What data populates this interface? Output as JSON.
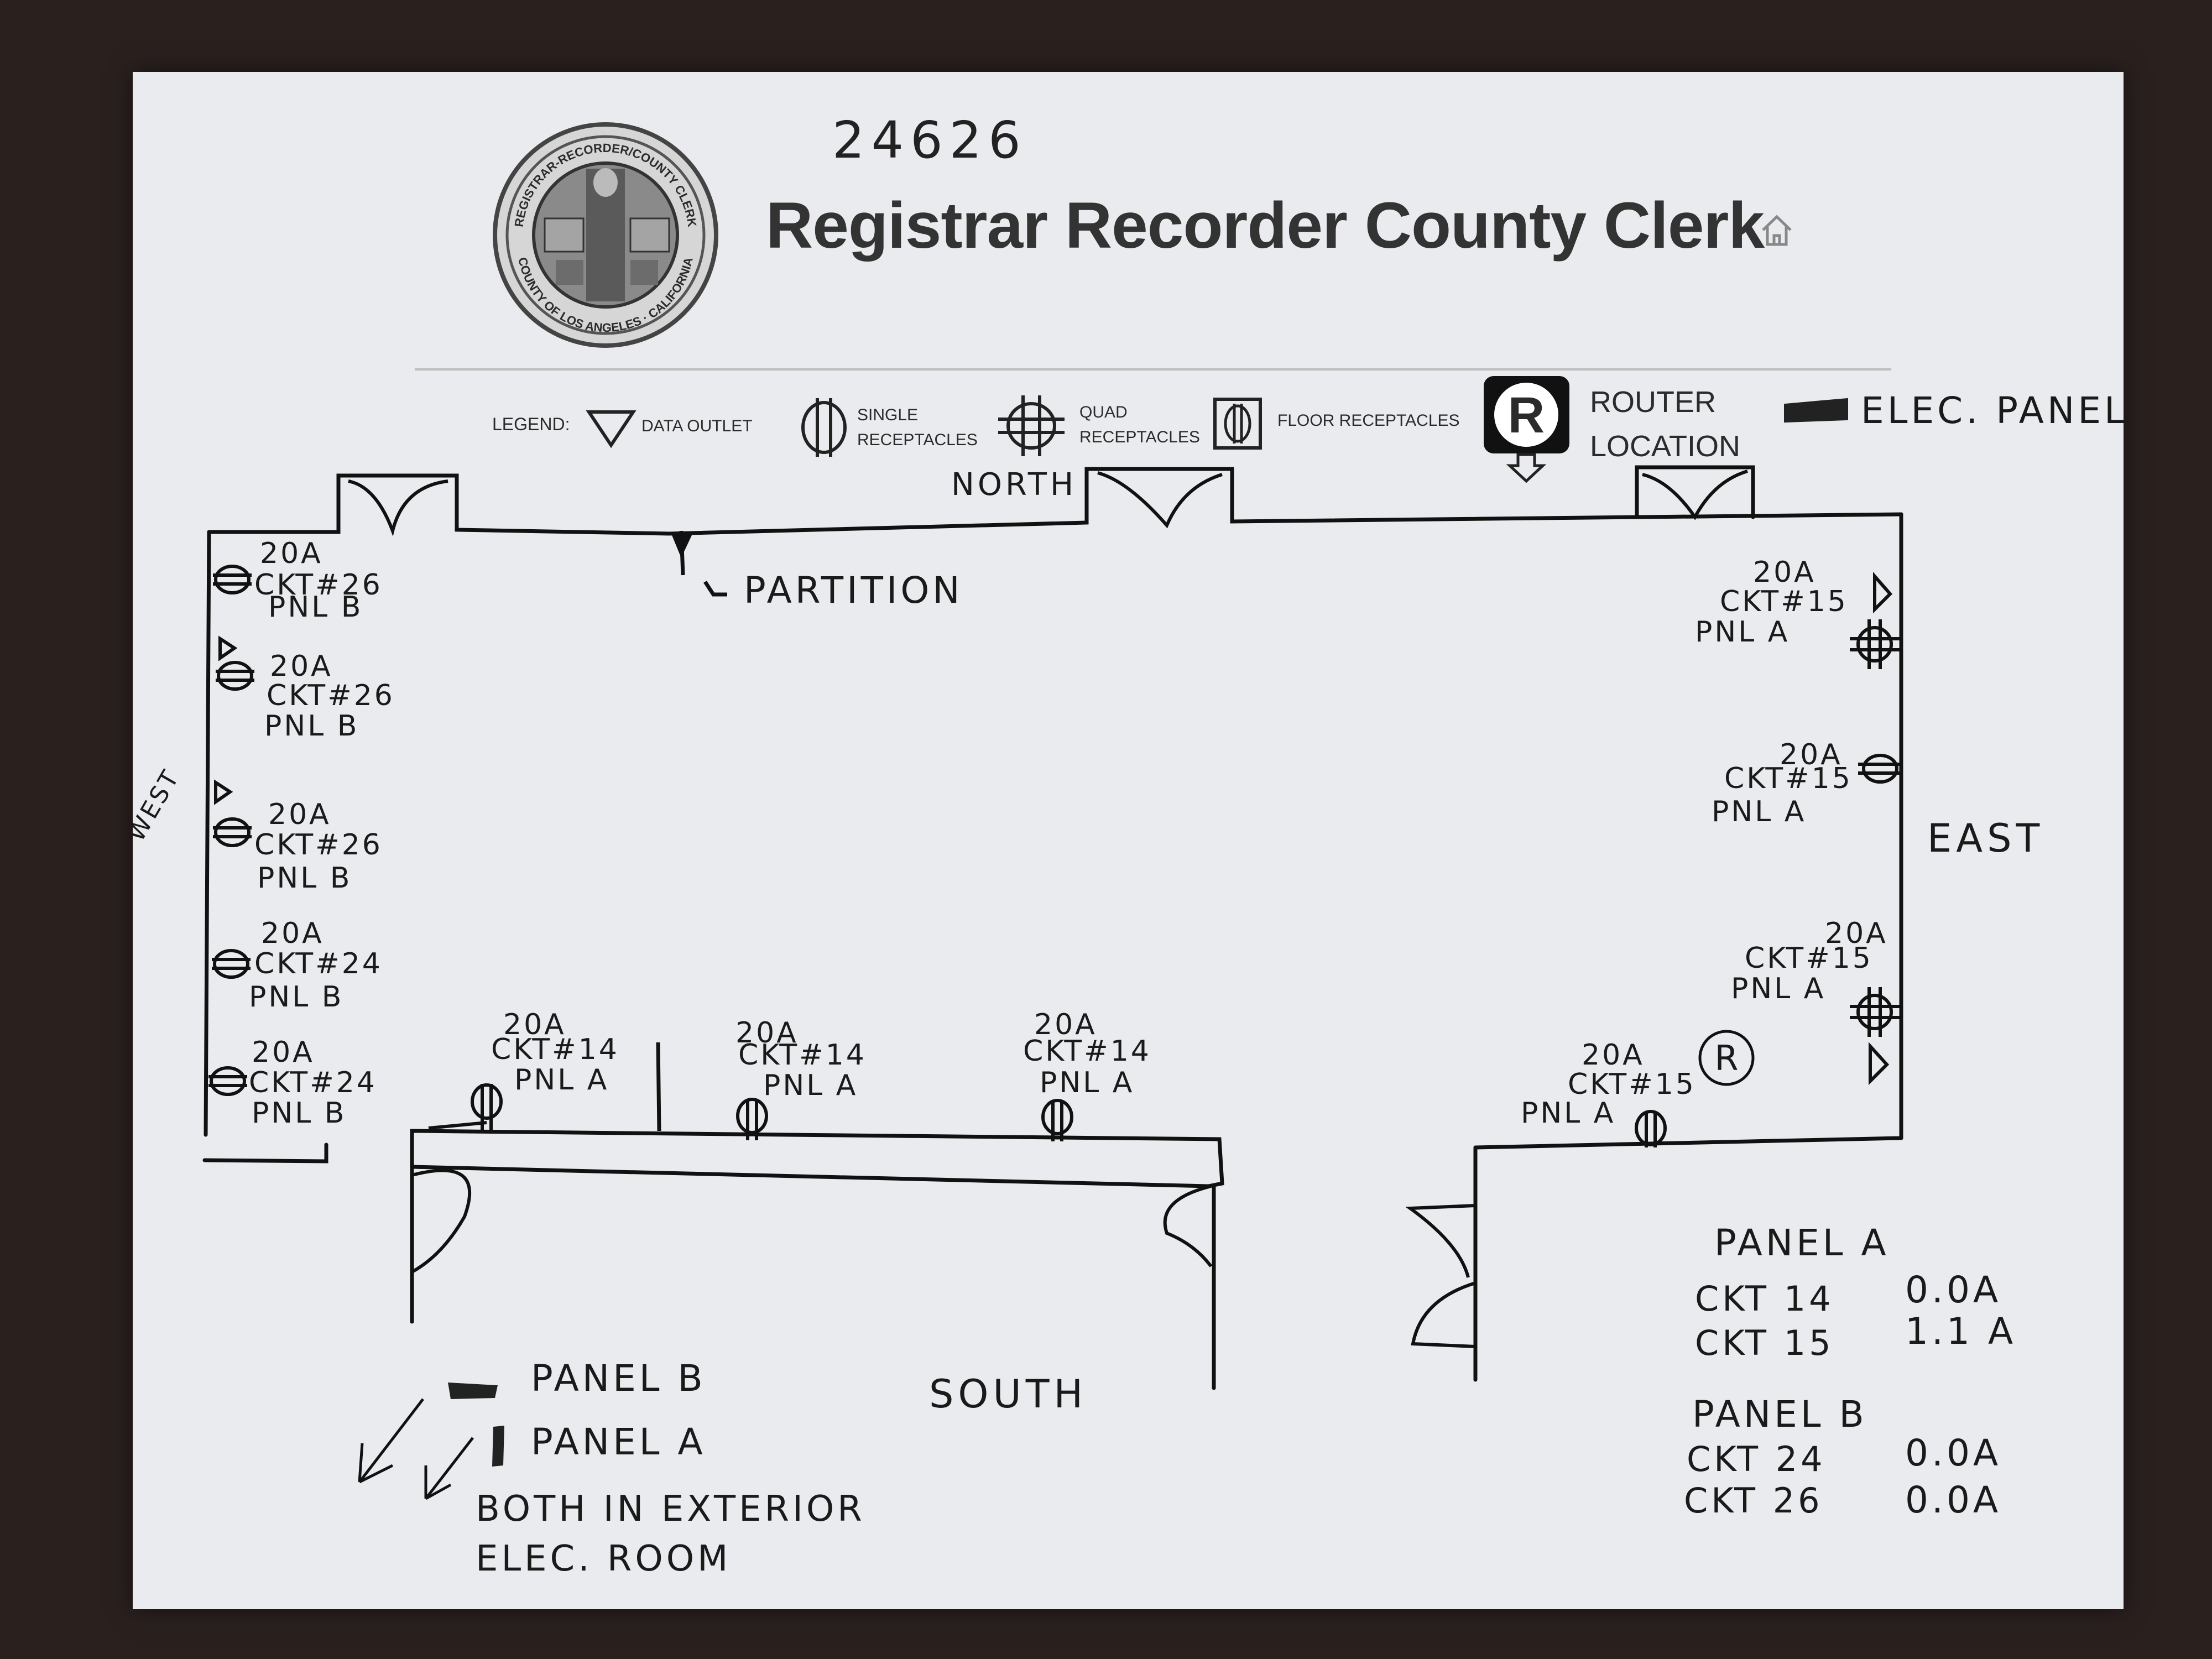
{
  "doc_number": "24626",
  "title": "Registrar Recorder County Clerk",
  "seal": {
    "top_text": "REGISTRAR-RECORDER/COUNTY CLERK",
    "bottom_text": "COUNTY OF LOS ANGELES · CALIFORNIA"
  },
  "legend": {
    "label": "LEGEND:",
    "data_outlet": "DATA OUTLET",
    "single_line1": "SINGLE",
    "single_line2": "RECEPTACLES",
    "quad_line1": "QUAD",
    "quad_line2": "RECEPTACLES",
    "floor": "FLOOR RECEPTACLES",
    "router_line1": "ROUTER",
    "router_line2": "LOCATION",
    "router_symbol": "R",
    "elec_panel": "ELEC. PANEL"
  },
  "directions": {
    "north": "NORTH",
    "south": "SOUTH",
    "east": "EAST",
    "west": "WEST"
  },
  "partition": "PARTITION",
  "outlets": {
    "w1": [
      "20A",
      "CKT#26",
      "PNL B"
    ],
    "w2": [
      "20A",
      "CKT#26",
      "PNL B"
    ],
    "w3": [
      "20A",
      "CKT#26",
      "PNL B"
    ],
    "w4": [
      "20A",
      "CKT#24",
      "PNL B"
    ],
    "w5": [
      "20A",
      "CKT#24",
      "PNL B"
    ],
    "s1": [
      "20A",
      "CKT#14",
      "PNL A"
    ],
    "s2": [
      "20A",
      "CKT#14",
      "PNL A"
    ],
    "s3": [
      "20A",
      "CKT#14",
      "PNL A"
    ],
    "e1": [
      "20A",
      "CKT#15",
      "PNL A"
    ],
    "e2": [
      "20A",
      "CKT#15",
      "PNL A"
    ],
    "e3": [
      "20A",
      "CKT#15",
      "PNL A"
    ],
    "e4": [
      "20A",
      "CKT#15",
      "PNL A"
    ]
  },
  "router_marker": "R",
  "panel_note": {
    "panel_b": "PANEL B",
    "panel_a": "PANEL A",
    "line1": "BOTH IN EXTERIOR",
    "line2": "ELEC. ROOM"
  },
  "readings": {
    "panel_a_title": "PANEL A",
    "panel_a_rows": [
      [
        "CKT 14",
        "0.0A"
      ],
      [
        "CKT 15",
        "1.1 A"
      ]
    ],
    "panel_b_title": "PANEL B",
    "panel_b_rows": [
      [
        "CKT 24",
        "0.0A"
      ],
      [
        "CKT 26",
        "0.0A"
      ]
    ]
  }
}
